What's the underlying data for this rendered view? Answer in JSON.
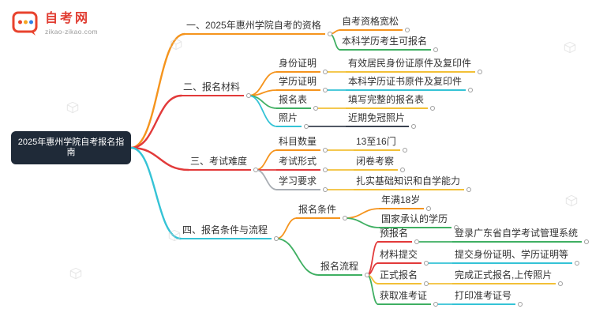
{
  "logo": {
    "title": "自考网",
    "domain": "zikao-zikao.com"
  },
  "icons": {
    "logo_icon": "chat-bubble-logo",
    "watermark_icon": "cube-box"
  },
  "palette": {
    "orange": "#f5941d",
    "red": "#e23a3a",
    "yellow": "#f2c037",
    "green": "#3faf62",
    "cyan": "#35c3d6",
    "gray": "#a8adb3",
    "dark": "#3a4250",
    "rootBg": "#1f2a38",
    "logoRed": "#e03c31"
  },
  "root": {
    "label": "2025年惠州学院自考报名指南"
  },
  "branches": [
    {
      "label": "一、2025年惠州学院自考的资格",
      "children": [
        {
          "label": "自考资格宽松"
        },
        {
          "label": "本科学历考生可报名"
        }
      ]
    },
    {
      "label": "二、报名材料",
      "children": [
        {
          "label": "身份证明",
          "children": [
            {
              "label": "有效居民身份证原件及复印件"
            }
          ]
        },
        {
          "label": "学历证明",
          "children": [
            {
              "label": "本科学历证书原件及复印件"
            }
          ]
        },
        {
          "label": "报名表",
          "children": [
            {
              "label": "填写完整的报名表"
            }
          ]
        },
        {
          "label": "照片",
          "children": [
            {
              "label": "近期免冠照片"
            }
          ]
        }
      ]
    },
    {
      "label": "三、考试难度",
      "children": [
        {
          "label": "科目数量",
          "children": [
            {
              "label": "13至16门"
            }
          ]
        },
        {
          "label": "考试形式",
          "children": [
            {
              "label": "闭卷考察"
            }
          ]
        },
        {
          "label": "学习要求",
          "children": [
            {
              "label": "扎实基础知识和自学能力"
            }
          ]
        }
      ]
    },
    {
      "label": "四、报名条件与流程",
      "children": [
        {
          "label": "报名条件",
          "children": [
            {
              "label": "年满18岁"
            },
            {
              "label": "国家承认的学历"
            }
          ]
        },
        {
          "label": "报名流程",
          "children": [
            {
              "label": "预报名",
              "children": [
                {
                  "label": "登录广东省自学考试管理系统"
                }
              ]
            },
            {
              "label": "材料提交",
              "children": [
                {
                  "label": "提交身份证明、学历证明等"
                }
              ]
            },
            {
              "label": "正式报名",
              "children": [
                {
                  "label": "完成正式报名,上传照片"
                }
              ]
            },
            {
              "label": "获取准考证",
              "children": [
                {
                  "label": "打印准考证号"
                }
              ]
            }
          ]
        }
      ]
    }
  ]
}
